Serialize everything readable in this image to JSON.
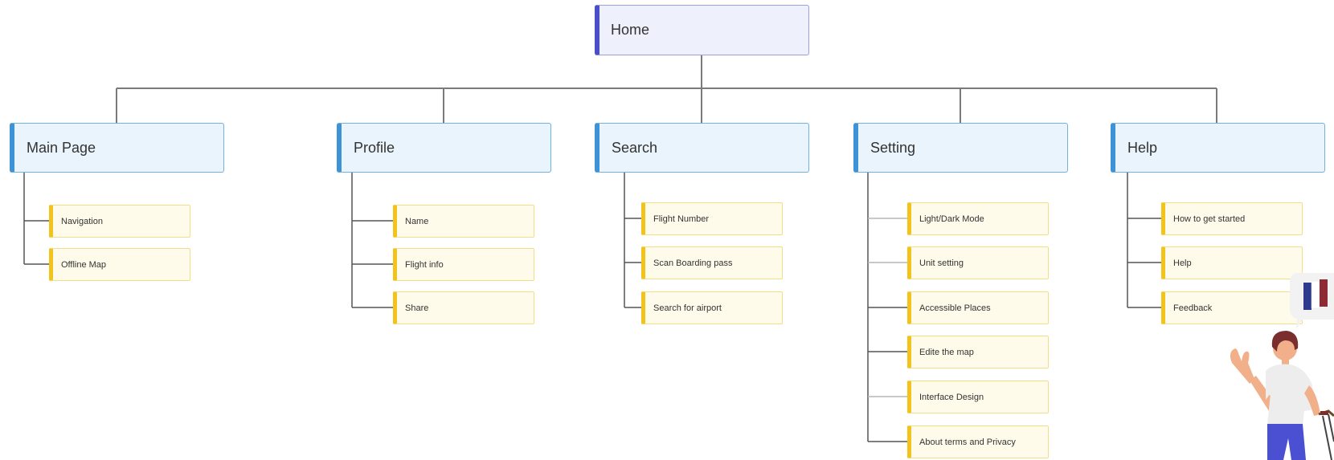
{
  "root": {
    "label": "Home"
  },
  "categories": [
    {
      "label": "Main Page",
      "items": [
        "Navigation",
        "Offline Map"
      ]
    },
    {
      "label": "Profile",
      "items": [
        "Name",
        "Flight info",
        "Share"
      ]
    },
    {
      "label": "Search",
      "items": [
        "Flight Number",
        "Scan Boarding pass",
        "Search for airport"
      ]
    },
    {
      "label": "Setting",
      "items": [
        "Light/Dark Mode",
        "Unit setting",
        "Accessible Places",
        "Edite the map",
        "Interface Design",
        "About terms and Privacy"
      ]
    },
    {
      "label": "Help",
      "items": [
        "How to get started",
        "Help",
        "Feedback"
      ]
    }
  ],
  "illustration": {
    "subject": "traveler-with-flag-illustration",
    "flag_colors": [
      "#2e3a8c",
      "#ffffff",
      "#8e2a34"
    ]
  },
  "colors": {
    "root_accent": "#4a4fc9",
    "category_accent": "#3d93d6",
    "leaf_accent": "#f2c31a",
    "connector": "#7a7a7a"
  }
}
